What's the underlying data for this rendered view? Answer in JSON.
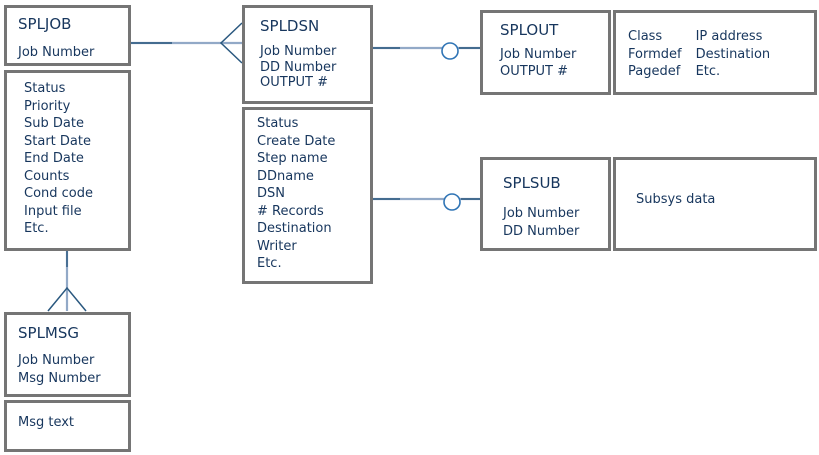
{
  "entities": [
    {
      "title": "SPLJOB",
      "keys": [
        "Job Number"
      ],
      "attributes": [
        "Status",
        "Priority",
        "Sub Date",
        "Start Date",
        "End Date",
        "Counts",
        "Cond code",
        "Input file",
        "Etc."
      ]
    },
    {
      "title": "SPLDSN",
      "keys": [
        "Job Number",
        "DD Number",
        "OUTPUT #"
      ],
      "attributes": [
        "Status",
        "Create Date",
        "Step name",
        "DDname",
        "DSN",
        "# Records",
        "Destination",
        "Writer",
        "Etc."
      ]
    },
    {
      "title": "SPLOUT",
      "keys": [
        "Job Number",
        "OUTPUT #"
      ],
      "attributes_columns": [
        [
          "Class",
          "Formdef",
          "Pagedef"
        ],
        [
          "IP address",
          "Destination",
          "Etc."
        ]
      ]
    },
    {
      "title": "SPLSUB",
      "keys": [
        "Job Number",
        "DD Number"
      ],
      "attributes": [
        "Subsys data"
      ]
    },
    {
      "title": "SPLMSG",
      "keys": [
        "Job Number",
        "Msg Number"
      ],
      "attributes": [
        "Msg text"
      ]
    }
  ],
  "relationships": [
    {
      "from": "SPLJOB",
      "to": "SPLDSN",
      "symbol": "crow-foot-many"
    },
    {
      "from": "SPLDSN",
      "to": "SPLOUT",
      "symbol": "optional-circle"
    },
    {
      "from": "SPLDSN",
      "to": "SPLSUB",
      "symbol": "optional-circle"
    },
    {
      "from": "SPLJOB",
      "to": "SPLMSG",
      "symbol": "crow-foot-many"
    }
  ],
  "colors": {
    "text": "#17365d",
    "box_border": "#757575",
    "connector_light": "#92a9c7",
    "connector_dark": "#2a587f",
    "circle_stroke": "#2f74b5",
    "background": "#ffffff"
  }
}
